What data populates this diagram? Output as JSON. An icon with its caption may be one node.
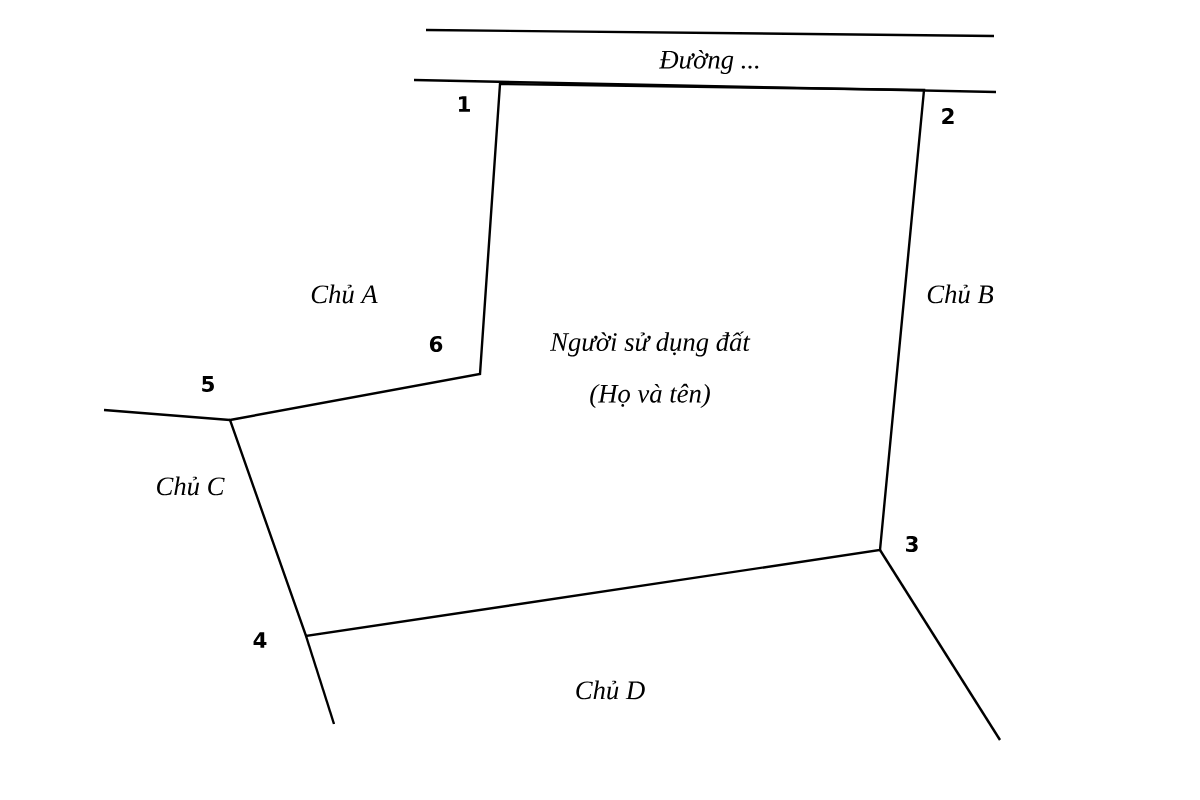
{
  "diagram": {
    "nodes": [
      {
        "text": [
          "Đường ..."
        ]
      },
      {
        "text": [
          "Người sử dụng đất",
          "(Họ và tên)"
        ]
      }
    ],
    "labels": [
      "1",
      "2",
      "Chủ A",
      "Chủ B",
      "6",
      "5",
      "Chủ C",
      "3",
      "4",
      "Chủ D"
    ]
  }
}
